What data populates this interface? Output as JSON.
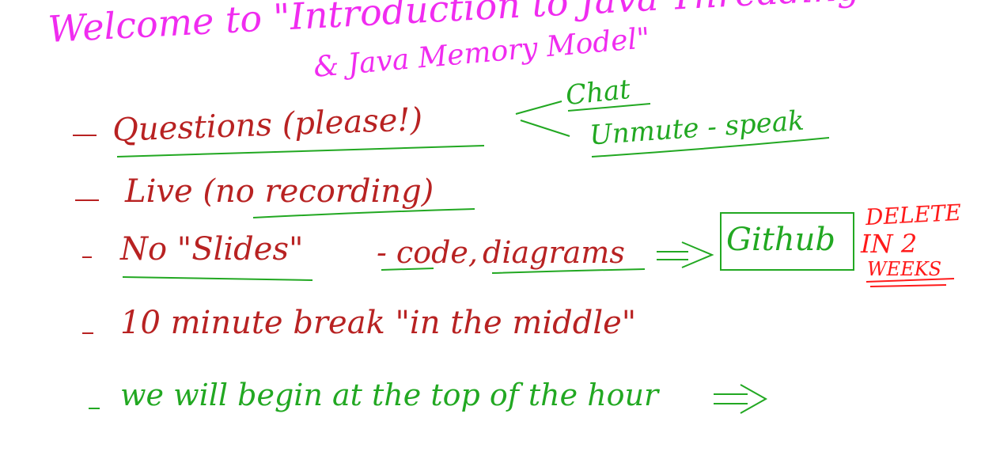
{
  "whiteboard": {
    "title_line1": "Welcome to \"Introduction to Java Threading",
    "title_line2": "& Java Memory Model\"",
    "items": [
      {
        "text": "Questions (please!)"
      },
      {
        "text": "Live (no recording)"
      },
      {
        "text": "No \"Slides\"",
        "code": "- code,",
        "diagrams": "diagrams",
        "arrow": "⟹"
      },
      {
        "text": "10 minute break \"in the middle\""
      },
      {
        "text": "we will begin at the top of the hour",
        "arrow": "⟹"
      }
    ],
    "questions_channels": {
      "chat": "Chat",
      "unmute": "Unmute - speak"
    },
    "github": {
      "label": "Github",
      "note_line1": "DELETE",
      "note_line2": "IN 2",
      "note_line3": "WEEKS"
    },
    "colors": {
      "title": "#f02cf0",
      "agenda": "#b82222",
      "annotation": "#22a822",
      "warning": "#ff1a1a"
    }
  }
}
